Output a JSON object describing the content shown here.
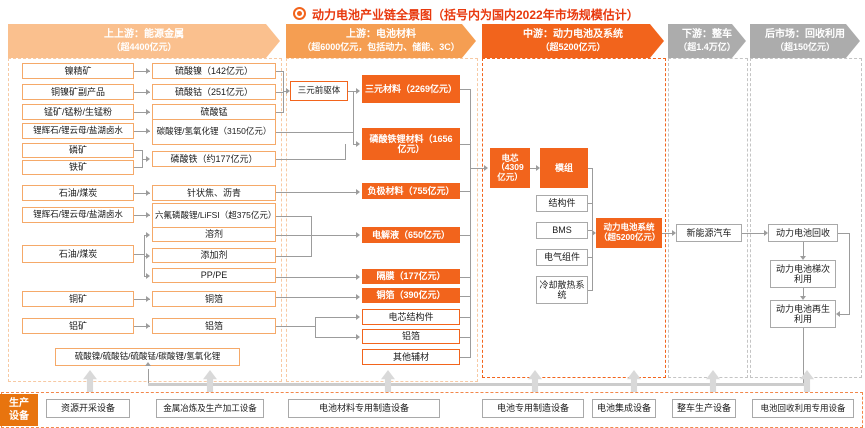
{
  "title": {
    "text": "动力电池产业链全景图（括号内为国内2022年市场规模估计）"
  },
  "headers": [
    {
      "line1": "上上游：能源金属",
      "line2": "（超4400亿元）"
    },
    {
      "line1": "上游：电池材料",
      "line2": "（超6000亿元，包括动力、储能、3C）"
    },
    {
      "line1": "中游：动力电池及系统",
      "line2": "（超5200亿元）"
    },
    {
      "line1": "下游：整车",
      "line2": "（超1.4万亿）"
    },
    {
      "line1": "后市场：回收利用",
      "line2": "（超150亿元）"
    }
  ],
  "metals": {
    "sources": [
      "镍精矿",
      "铜镍矿副产品",
      "锰矿/锰粉/生锰粉",
      "锂辉石/锂云母/盐湖卤水",
      "磷矿",
      "铁矿",
      "石油/煤炭",
      "锂辉石/锂云母/盐湖卤水",
      "石油/煤炭",
      "铜矿",
      "铝矿"
    ],
    "products": [
      "硫酸镍（142亿元）",
      "硫酸钴（251亿元）",
      "硫酸锰",
      "碳酸锂/氢氧化锂（3150亿元）",
      "磷酸铁（约177亿元）",
      "针状焦、沥青",
      "六氟磷酸锂/LiFSI（超375亿元）",
      "溶剂",
      "添加剂",
      "PP/PE",
      "铜箔",
      "铝箔"
    ],
    "recycled_summary": "硫酸镍/硫酸钴/硫酸锰/碳酸锂/氢氧化锂"
  },
  "materials": {
    "precursor": "三元前驱体",
    "main": [
      "三元材料（2269亿元）",
      "磷酸铁锂材料（1656亿元）",
      "负极材料（755亿元）",
      "电解液（650亿元）",
      "隔膜（177亿元）",
      "铜箔（390亿元）"
    ],
    "aux": [
      "电芯结构件",
      "铝箔",
      "其他辅材"
    ]
  },
  "midstream": {
    "cell": "电芯（4309亿元）",
    "module": "模组",
    "components": [
      "结构件",
      "BMS",
      "电气组件",
      "冷却散热系统"
    ],
    "system": "动力电池系统（超5200亿元）"
  },
  "downstream": {
    "vehicle": "新能源汽车"
  },
  "aftermarket": {
    "steps": [
      "动力电池回收",
      "动力电池梯次利用",
      "动力电池再生利用"
    ]
  },
  "production": {
    "label": "生产设备",
    "equipment": [
      "资源开采设备",
      "金属冶炼及生产加工设备",
      "电池材料专用制造设备",
      "电池专用制造设备",
      "电池集成设备",
      "整车生产设备",
      "电池回收利用专用设备"
    ]
  },
  "colors": {
    "accent": "#F2641C",
    "header_upstream_metal": "#FAC08E",
    "header_materials": "#F59E52",
    "header_gray": "#ACACAC",
    "title_text": "#E8380D",
    "box_border_orange": "#F5A969",
    "gray_border": "#A9A9A9",
    "connector": "#9C9C9C",
    "block_arrow": "#D9D9D9",
    "production_label_bg": "#E8740E"
  }
}
